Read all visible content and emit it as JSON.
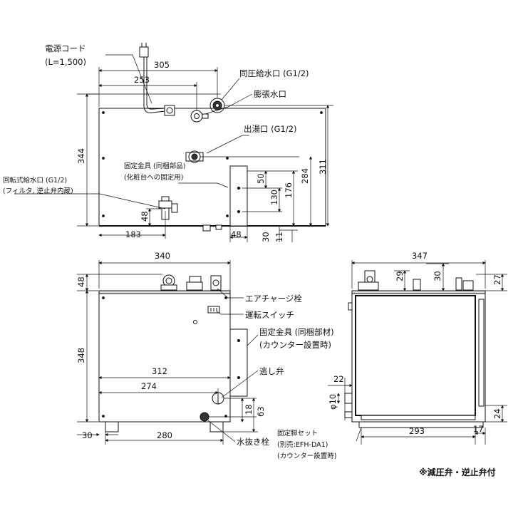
{
  "labels": {
    "power_cord": "電源コード",
    "power_cord_len": "(L=1,500)",
    "same_pressure_inlet": "同圧給水口 (G1/2)",
    "expansion_outlet": "膨張水口",
    "hot_outlet": "出湯口 (G1/2)",
    "fixing_bracket_1": "固定金具 (同梱部品)",
    "fixing_bracket_2": "(化粧台への固定用)",
    "swivel_inlet_1": "回転式給水口 (G1/2)",
    "swivel_inlet_2": "(フィルタ, 逆止弁内蔵)",
    "air_charge": "エアチャージ栓",
    "run_switch": "運転スイッチ",
    "fixing_bracket_b1": "固定金具 (同梱部材)",
    "fixing_bracket_b2": "(カウンター設置時)",
    "relief_valve": "逃し弁",
    "drain_plug": "水抜き栓",
    "leg_set_1": "固定脚セット",
    "leg_set_2": "(別売:EFH-DA1)",
    "leg_set_3": "(カウンター設置時)",
    "note": "※減圧弁・逆止弁付"
  },
  "dims": {
    "d305": "305",
    "d253": "253",
    "d344": "344",
    "d311": "311",
    "d284": "284",
    "d176": "176",
    "d130": "130",
    "d50": "50",
    "d48a": "48",
    "d183": "183",
    "d48b": "48",
    "d30a": "30",
    "d11": "11",
    "d340": "340",
    "d48c": "48",
    "d348": "348",
    "d312": "312",
    "d274": "274",
    "d18": "18",
    "d63": "63",
    "d30b": "30",
    "d280": "280",
    "d347": "347",
    "d29": "29",
    "d30c": "30",
    "d27": "27",
    "d22": "22",
    "phi10": "φ10",
    "d24": "24",
    "d293": "293",
    "d17": "17"
  }
}
